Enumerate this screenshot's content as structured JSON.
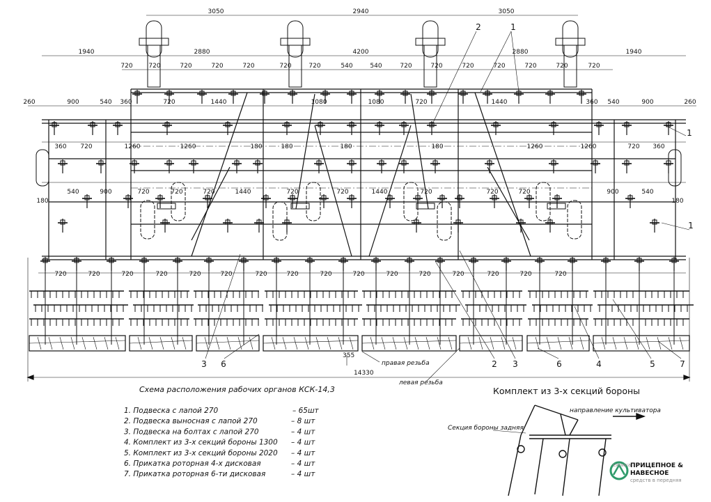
{
  "diagram": {
    "top_dims_row1": [
      "3050",
      "2940",
      "3050"
    ],
    "top_dims_row2": [
      "1940",
      "2880",
      "4200",
      "2880",
      "1940"
    ],
    "top_dims_row3": [
      "720",
      "720",
      "720",
      "720",
      "720",
      "720",
      "720",
      "540",
      "540",
      "720",
      "720",
      "720",
      "720",
      "720",
      "720",
      "720"
    ],
    "top_dims_row4": [
      "260",
      "900",
      "540",
      "360",
      "720",
      "1440",
      "1080",
      "1080",
      "720",
      "1440",
      "360",
      "540",
      "900",
      "260"
    ],
    "mid_dims_a": [
      "360",
      "720",
      "1260",
      "1260",
      "180",
      "180",
      "180",
      "180",
      "1260",
      "1260",
      "720",
      "360"
    ],
    "mid_dims_b": [
      "540",
      "900",
      "720",
      "720",
      "720",
      "1440",
      "720",
      "720",
      "1440",
      "720",
      "720",
      "720",
      "900",
      "540"
    ],
    "side_dims": [
      "180",
      "180"
    ],
    "bottom_spacing": [
      "720",
      "720",
      "720",
      "720",
      "720",
      "720",
      "720",
      "720",
      "720",
      "720",
      "720",
      "720",
      "720",
      "720",
      "720",
      "720"
    ],
    "overall_width": "14330",
    "gap_dim": "355",
    "callouts": {
      "top": [
        "2",
        "1"
      ],
      "right": [
        "1",
        "1"
      ],
      "bottom": [
        "3",
        "6",
        "2",
        "3",
        "6",
        "4",
        "5",
        "7"
      ]
    },
    "thread_right": "правая резьба",
    "thread_left": "левая резьба",
    "caption": "Схема расположения рабочих органов КСК-14,3"
  },
  "legend": [
    {
      "name": "1. Подвеска с лапой 270",
      "qty": "– 65шт"
    },
    {
      "name": "2. Подвеска выносная с лапой 270",
      "qty": "– 8 шт"
    },
    {
      "name": "3. Подвеска на болтах с лапой 270",
      "qty": "– 4 шт"
    },
    {
      "name": "4. Комплект из 3-х секций бороны  1300",
      "qty": "– 4 шт"
    },
    {
      "name": "5. Комплект из 3-х секций бороны  2020",
      "qty": "– 4 шт"
    },
    {
      "name": "6. Прикатка роторная 4-х дисковая",
      "qty": "– 4 шт"
    },
    {
      "name": "7. Прикатка роторная 6-ти дисковая",
      "qty": "– 4 шт"
    }
  ],
  "harrow": {
    "title": "Комплект из 3-х секций бороны",
    "direction": "направление культиватора",
    "rear_section": "Секция бороны задняя"
  },
  "logo": {
    "line1": "ПРИЦЕПНОЕ &",
    "line2": "НАВЕСНОЕ",
    "ghost1": "ехника",
    "ghost2": "средств в передняя"
  }
}
